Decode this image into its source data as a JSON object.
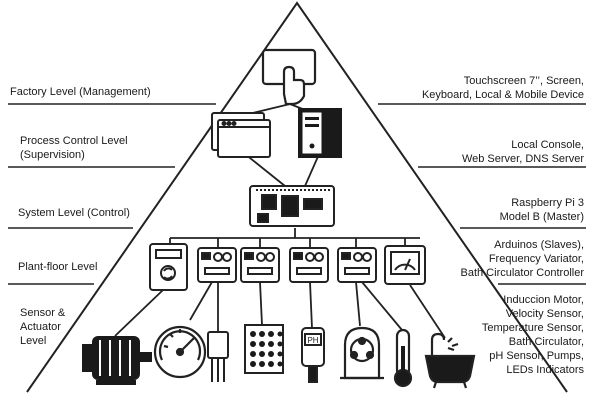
{
  "levels": [
    {
      "name": "Factory Level (Management)",
      "devices": [
        "Touchscreen 7’’, Screen,",
        "Keyboard, Local & Mobile Device"
      ]
    },
    {
      "name": [
        "Process Control Level",
        "(Supervision)"
      ],
      "devices": [
        "Local Console,",
        "Web Server, DNS Server"
      ]
    },
    {
      "name": "System Level (Control)",
      "devices": [
        "Raspberry Pi 3",
        "Model B (Master)"
      ]
    },
    {
      "name": "Plant-floor Level",
      "devices": [
        "Arduinos (Slaves),",
        "Frequency Variator,",
        "Bath Circulator Controller"
      ]
    },
    {
      "name": [
        "Sensor &",
        "Actuator",
        "Level"
      ],
      "devices": [
        "Induccion Motor,",
        "Velocity Sensor,",
        "Temperature Sensor,",
        "Bath Circulator,",
        "pH Sensor, Pumps,",
        "LEDs Indicators"
      ]
    }
  ],
  "icons": {
    "top": "touchscreen-icon",
    "process": [
      "browser-windows-icon",
      "server-tower-icon"
    ],
    "system": "raspberry-pi-board-icon",
    "plant": [
      "frequency-variator-icon",
      "arduino-board-icon",
      "arduino-board-icon",
      "arduino-board-icon",
      "arduino-board-icon",
      "bath-controller-meter-icon"
    ],
    "sensors": [
      "induction-motor-icon",
      "velocity-gauge-icon",
      "temperature-sensor-icon",
      "led-matrix-icon",
      "ph-sensor-icon",
      "peristaltic-pump-icon",
      "thermometer-icon",
      "bathtub-circulator-icon"
    ]
  },
  "ph_label": "PH"
}
